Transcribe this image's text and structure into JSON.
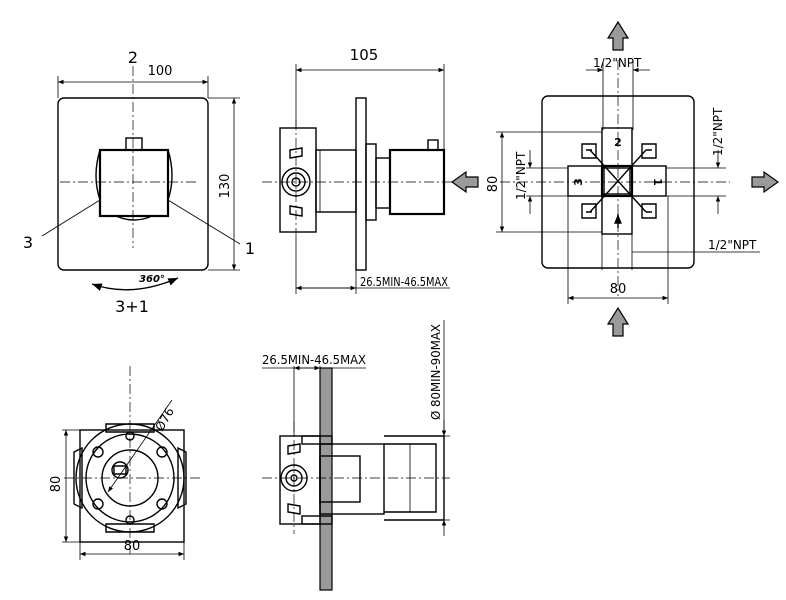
{
  "front_view": {
    "width_dim": "100",
    "height_dim": "130",
    "label_2": "2",
    "label_3": "3",
    "label_1": "1",
    "rotation": "360°",
    "sequence": "3+1"
  },
  "side_view": {
    "length_dim": "105",
    "depth_range": "26.5MIN-46.5MAX"
  },
  "port_view": {
    "npt_top": "1/2\"NPT",
    "npt_right": "1/2\"NPT",
    "npt_left": "1/2\"NPT",
    "npt_bottom": "1/2\"NPT",
    "height_dim": "80",
    "width_dim": "80",
    "port_2": "2",
    "port_3": "3",
    "port_1": "1"
  },
  "bottom_view": {
    "diameter_dim": "Ø76",
    "height_dim": "80",
    "width_dim": "80"
  },
  "section_view": {
    "depth_range": "26.5MIN-46.5MAX",
    "wall_hole": "Ø 80MIN-90MAX"
  }
}
